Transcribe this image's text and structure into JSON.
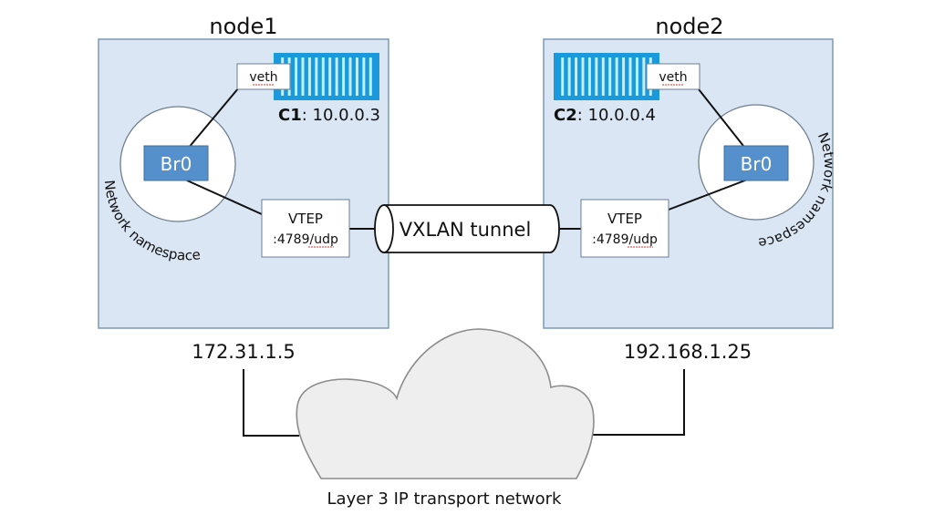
{
  "colors": {
    "node_fill": "#dae6f4",
    "node_stroke": "#7d99b6",
    "bridge_fill": "#5590cc",
    "bridge_stroke": "#3f6f9f",
    "bridge_text": "#ffffff",
    "container_fill": "#1a99dc",
    "container_stripe": "#bff0fb",
    "cloud_fill": "#eeeeee",
    "cloud_stroke": "#8c8c8c",
    "line": "#111111",
    "text": "#111111",
    "spellcheck_underline": "#e03030"
  },
  "nodes": [
    {
      "title": "node1",
      "namespace_label": "Network namespace",
      "bridge_label": "Br0",
      "veth_label": "veth",
      "container_name": "C1",
      "container_ip": ": 10.0.0.3",
      "vtep_title": "VTEP",
      "vtep_port_prefix": ":4789/",
      "vtep_port_proto": "udp",
      "host_ip": "172.31.1.5"
    },
    {
      "title": "node2",
      "namespace_label": "Network namespace",
      "bridge_label": "Br0",
      "veth_label": "veth",
      "container_name": "C2",
      "container_ip": ": 10.0.0.4",
      "vtep_title": "VTEP",
      "vtep_port_prefix": ":4789/",
      "vtep_port_proto": "udp",
      "host_ip": "192.168.1.25"
    }
  ],
  "tunnel": {
    "label": "VXLAN tunnel"
  },
  "network": {
    "label": "Layer 3 IP transport network"
  }
}
